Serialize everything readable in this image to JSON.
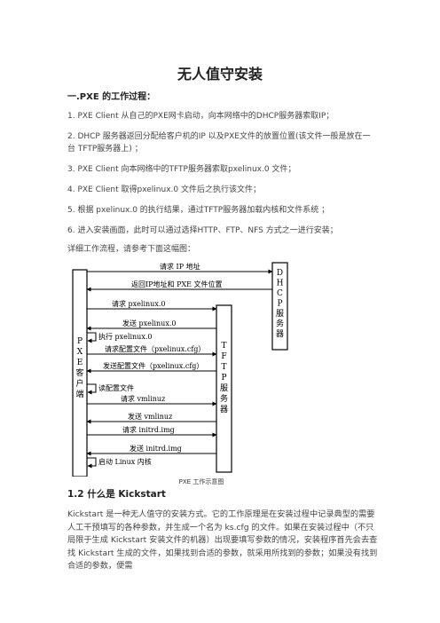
{
  "title": "无人值守安装",
  "section1": {
    "heading": "一.PXE 的工作过程：",
    "steps": [
      "1. PXE Client 从自己的PXE网卡启动，向本网络中的DHCP服务器索取IP；",
      "2. DHCP 服务器返回分配给客户机的IP 以及PXE文件的放置位置(该文件一般是放在一台 TFTP服务器上) ；",
      "3. PXE Client 向本网络中的TFTP服务器索取pxelinux.0 文件；",
      "4. PXE Client 取得pxelinux.0 文件后之执行该文件；",
      "5. 根据 pxelinux.0 的执行结果，通过TFTP服务器加载内核和文件系统 ；",
      "6. 进入安装画面，此时可以通过选择HTTP、FTP、NFS 方式之一进行安装；"
    ],
    "detail": "详细工作流程，请参考下面这幅图："
  },
  "diagram": {
    "client": "PXE客户端",
    "dhcp": "DHCP服务器",
    "tftp": "TFTP服务器",
    "messages": [
      "请求 IP 地址",
      "返回IP地址和 PXE 文件位置",
      "请求 pxelinux.0",
      "发送 pxelinux.0",
      "执行 pxelinux.0",
      "请求配置文件（pxelinux.cfg）",
      "发送配置文件（pxelinux.cfg）",
      "读配置文件",
      "请求 vmlinuz",
      "发送 vmlinuz",
      "请求 initrd.img",
      "发送 initrd.img",
      "启动 Linux 内核"
    ],
    "caption": "PXE 工作示意图"
  },
  "section2": {
    "heading": "1.2 什么是 Kickstart",
    "paragraph": "Kickstart 是一种无人值守的安装方式。它的工作原理是在安装过程中记录典型的需要人工干预填写的各种参数，并生成一个名为 ks.cfg 的文件。如果在安装过程中（不只局限于生成 Kickstart 安装文件的机器）出现要填写参数的情况，安装程序首先会去查找 Kickstart 生成的文件，如果找到合适的参数，就采用所找到的参数；如果没有找到合适的参数，便需"
  }
}
